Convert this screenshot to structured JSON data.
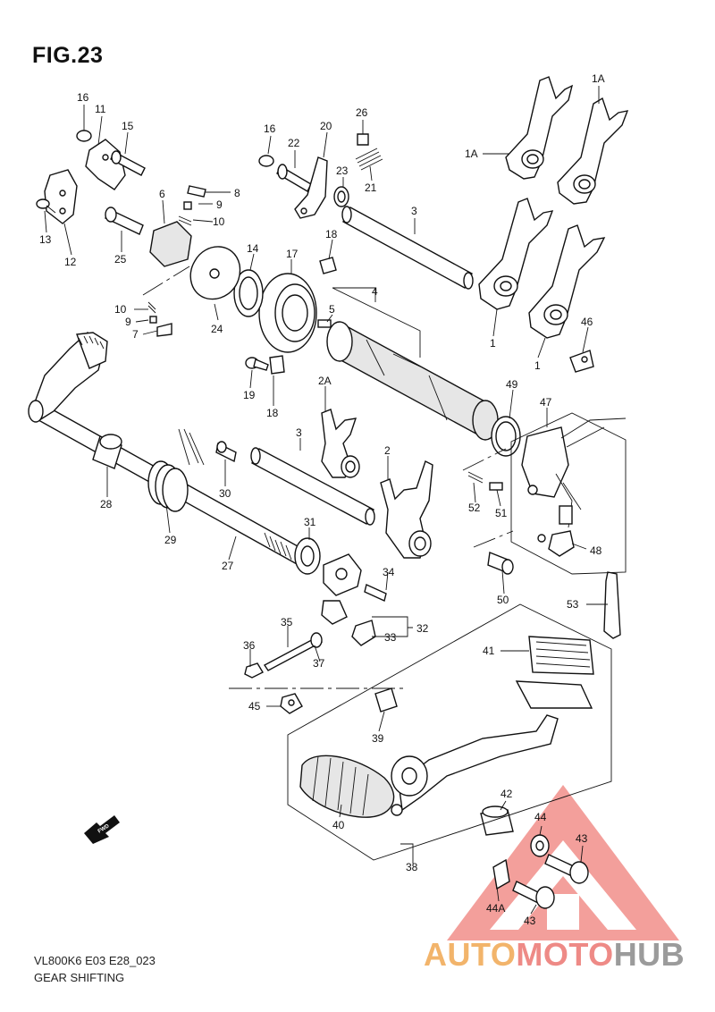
{
  "figure": {
    "title": "FIG.23",
    "code": "VL800K6 E03 E28_023",
    "caption": "GEAR SHIFTING",
    "direction_marker": "FWD"
  },
  "watermark": {
    "part_a": "AUTO",
    "part_b": "MOTO",
    "part_c": "HUB",
    "colors": {
      "auto": "#f2b46b",
      "moto": "#ee8a86",
      "hub": "#9b9b9b",
      "triangle": "#f08a85"
    }
  },
  "callouts": [
    {
      "id": "c16a",
      "label": "16"
    },
    {
      "id": "c11",
      "label": "11"
    },
    {
      "id": "c15",
      "label": "15"
    },
    {
      "id": "c8",
      "label": "8"
    },
    {
      "id": "c6",
      "label": "6"
    },
    {
      "id": "c9a",
      "label": "9"
    },
    {
      "id": "c10a",
      "label": "10"
    },
    {
      "id": "c13",
      "label": "13"
    },
    {
      "id": "c12",
      "label": "12"
    },
    {
      "id": "c25",
      "label": "25"
    },
    {
      "id": "c16b",
      "label": "16"
    },
    {
      "id": "c22",
      "label": "22"
    },
    {
      "id": "c20",
      "label": "20"
    },
    {
      "id": "c26",
      "label": "26"
    },
    {
      "id": "c23",
      "label": "23"
    },
    {
      "id": "c21",
      "label": "21"
    },
    {
      "id": "c1A_a",
      "label": "1A"
    },
    {
      "id": "c1A_b",
      "label": "1A"
    },
    {
      "id": "c3a",
      "label": "3"
    },
    {
      "id": "c18a",
      "label": "18"
    },
    {
      "id": "c14",
      "label": "14"
    },
    {
      "id": "c17",
      "label": "17"
    },
    {
      "id": "c4",
      "label": "4"
    },
    {
      "id": "c5",
      "label": "5"
    },
    {
      "id": "c10b",
      "label": "10"
    },
    {
      "id": "c9b",
      "label": "9"
    },
    {
      "id": "c7",
      "label": "7"
    },
    {
      "id": "c24",
      "label": "24"
    },
    {
      "id": "c1a",
      "label": "1"
    },
    {
      "id": "c1b",
      "label": "1"
    },
    {
      "id": "c46",
      "label": "46"
    },
    {
      "id": "c19",
      "label": "19"
    },
    {
      "id": "c18b",
      "label": "18"
    },
    {
      "id": "c2A",
      "label": "2A"
    },
    {
      "id": "c49",
      "label": "49"
    },
    {
      "id": "c47",
      "label": "47"
    },
    {
      "id": "c3b",
      "label": "3"
    },
    {
      "id": "c2",
      "label": "2"
    },
    {
      "id": "c28",
      "label": "28"
    },
    {
      "id": "c30",
      "label": "30"
    },
    {
      "id": "c52",
      "label": "52"
    },
    {
      "id": "c51",
      "label": "51"
    },
    {
      "id": "c48",
      "label": "48"
    },
    {
      "id": "c29",
      "label": "29"
    },
    {
      "id": "c31",
      "label": "31"
    },
    {
      "id": "c27",
      "label": "27"
    },
    {
      "id": "c34",
      "label": "34"
    },
    {
      "id": "c50",
      "label": "50"
    },
    {
      "id": "c53",
      "label": "53"
    },
    {
      "id": "c35",
      "label": "35"
    },
    {
      "id": "c32",
      "label": "32"
    },
    {
      "id": "c36",
      "label": "36"
    },
    {
      "id": "c33",
      "label": "33"
    },
    {
      "id": "c37",
      "label": "37"
    },
    {
      "id": "c41",
      "label": "41"
    },
    {
      "id": "c45",
      "label": "45"
    },
    {
      "id": "c39",
      "label": "39"
    },
    {
      "id": "c42",
      "label": "42"
    },
    {
      "id": "c40",
      "label": "40"
    },
    {
      "id": "c44a",
      "label": "44"
    },
    {
      "id": "c43a",
      "label": "43"
    },
    {
      "id": "c38",
      "label": "38"
    },
    {
      "id": "c44A",
      "label": "44A"
    },
    {
      "id": "c43b",
      "label": "43"
    }
  ]
}
